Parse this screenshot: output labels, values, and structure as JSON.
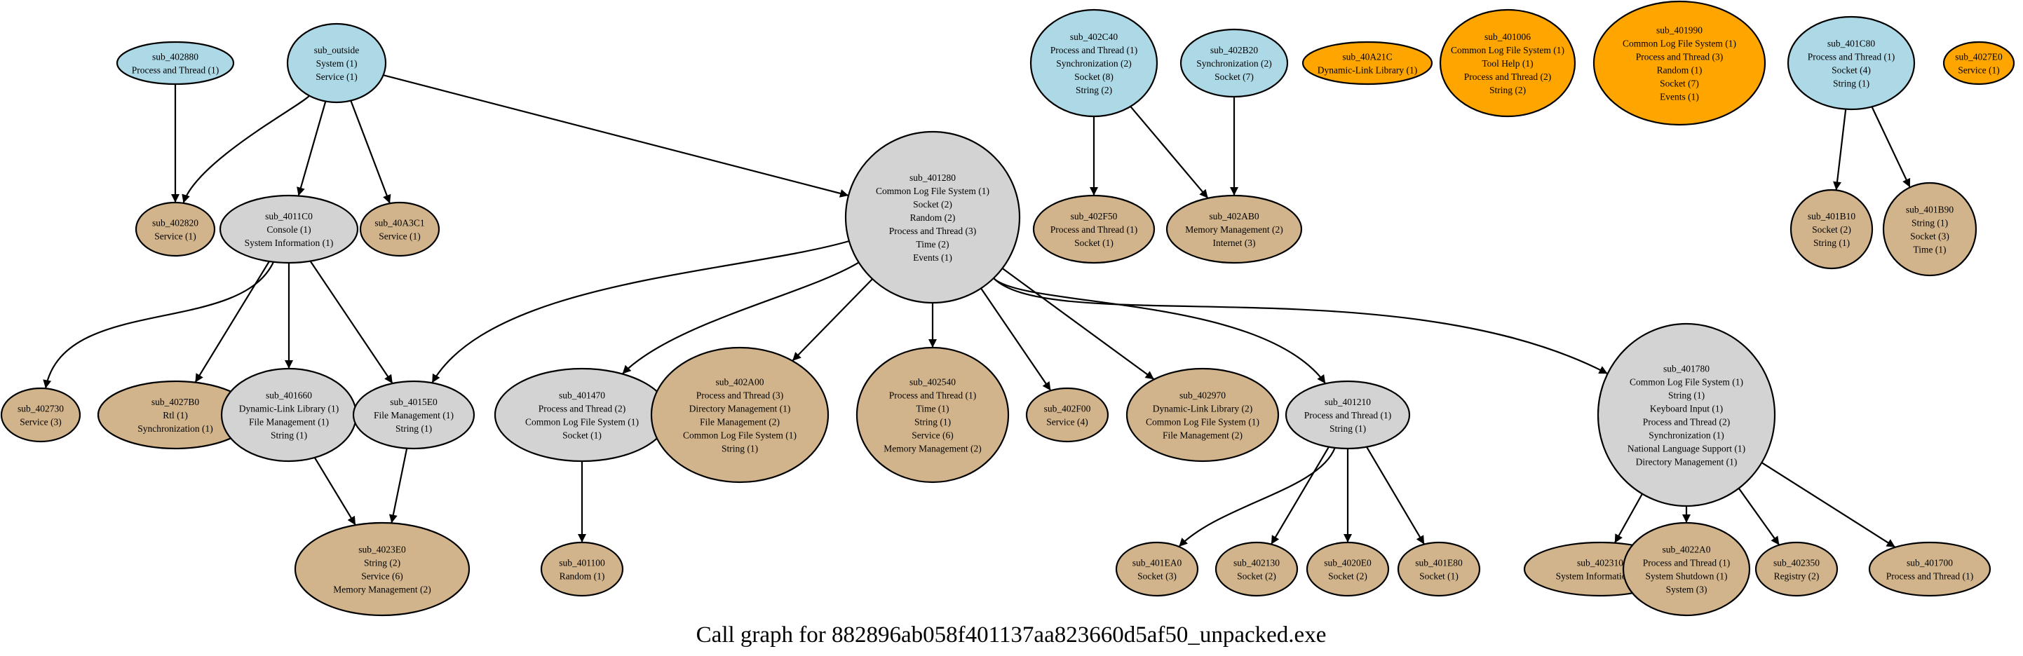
{
  "caption": "Call graph for 882896ab058f401137aa823660d5af50_unpacked.exe",
  "colors": {
    "root": "#add8e6",
    "internal": "#d3d3d3",
    "leaf": "#d2b48c",
    "isolated": "#ffa500",
    "edge": "#000000"
  },
  "nodes": [
    {
      "id": "sub_402880",
      "kind": "root",
      "lines": [
        "sub_402880",
        "Process and Thread (1)"
      ]
    },
    {
      "id": "sub_outside",
      "kind": "root",
      "lines": [
        "sub_outside",
        "System (1)",
        "Service (1)"
      ]
    },
    {
      "id": "sub_402C40",
      "kind": "root",
      "lines": [
        "sub_402C40",
        "Process and Thread (1)",
        "Synchronization (2)",
        "Socket (8)",
        "String (2)"
      ]
    },
    {
      "id": "sub_402B20",
      "kind": "root",
      "lines": [
        "sub_402B20",
        "Synchronization (2)",
        "Socket (7)"
      ]
    },
    {
      "id": "sub_40A21C",
      "kind": "isolated",
      "lines": [
        "sub_40A21C",
        "Dynamic-Link Library (1)"
      ]
    },
    {
      "id": "sub_401006",
      "kind": "isolated",
      "lines": [
        "sub_401006",
        "Common Log File System (1)",
        "Tool Help (1)",
        "Process and Thread (2)",
        "String (2)"
      ]
    },
    {
      "id": "sub_401990",
      "kind": "isolated",
      "lines": [
        "sub_401990",
        "Common Log File System (1)",
        "Process and Thread (3)",
        "Random (1)",
        "Socket (7)",
        "Events (1)"
      ]
    },
    {
      "id": "sub_401C80",
      "kind": "root",
      "lines": [
        "sub_401C80",
        "Process and Thread (1)",
        "Socket (4)",
        "String (1)"
      ]
    },
    {
      "id": "sub_4027E0",
      "kind": "isolated",
      "lines": [
        "sub_4027E0",
        "Service (1)"
      ]
    },
    {
      "id": "sub_402820",
      "kind": "leaf",
      "lines": [
        "sub_402820",
        "Service (1)"
      ]
    },
    {
      "id": "sub_4011C0",
      "kind": "internal",
      "lines": [
        "sub_4011C0",
        "Console (1)",
        "System Information (1)"
      ]
    },
    {
      "id": "sub_40A3C1",
      "kind": "leaf",
      "lines": [
        "sub_40A3C1",
        "Service (1)"
      ]
    },
    {
      "id": "sub_401280",
      "kind": "internal",
      "lines": [
        "sub_401280",
        "Common Log File System (1)",
        "Socket (2)",
        "Random (2)",
        "Process and Thread (3)",
        "Time (2)",
        "Events (1)"
      ]
    },
    {
      "id": "sub_402F50",
      "kind": "leaf",
      "lines": [
        "sub_402F50",
        "Process and Thread (1)",
        "Socket (1)"
      ]
    },
    {
      "id": "sub_402AB0",
      "kind": "leaf",
      "lines": [
        "sub_402AB0",
        "Memory Management (2)",
        "Internet (3)"
      ]
    },
    {
      "id": "sub_401B10",
      "kind": "leaf",
      "lines": [
        "sub_401B10",
        "Socket (2)",
        "String (1)"
      ]
    },
    {
      "id": "sub_401B90",
      "kind": "leaf",
      "lines": [
        "sub_401B90",
        "String (1)",
        "Socket (3)",
        "Time (1)"
      ]
    },
    {
      "id": "sub_402730",
      "kind": "leaf",
      "lines": [
        "sub_402730",
        "Service (3)"
      ]
    },
    {
      "id": "sub_4027B0",
      "kind": "leaf",
      "lines": [
        "sub_4027B0",
        "Rtl (1)",
        "Synchronization (1)"
      ]
    },
    {
      "id": "sub_401660",
      "kind": "internal",
      "lines": [
        "sub_401660",
        "Dynamic-Link Library (1)",
        "File Management (1)",
        "String (1)"
      ]
    },
    {
      "id": "sub_4015E0",
      "kind": "internal",
      "lines": [
        "sub_4015E0",
        "File Management (1)",
        "String (1)"
      ]
    },
    {
      "id": "sub_401470",
      "kind": "internal",
      "lines": [
        "sub_401470",
        "Process and Thread (2)",
        "Common Log File System (1)",
        "Socket (1)"
      ]
    },
    {
      "id": "sub_402A00",
      "kind": "leaf",
      "lines": [
        "sub_402A00",
        "Process and Thread (3)",
        "Directory Management (1)",
        "File Management (2)",
        "Common Log File System (1)",
        "String (1)"
      ]
    },
    {
      "id": "sub_402540",
      "kind": "leaf",
      "lines": [
        "sub_402540",
        "Process and Thread (1)",
        "Time (1)",
        "String (1)",
        "Service (6)",
        "Memory Management (2)"
      ]
    },
    {
      "id": "sub_402F00",
      "kind": "leaf",
      "lines": [
        "sub_402F00",
        "Service (4)"
      ]
    },
    {
      "id": "sub_402970",
      "kind": "leaf",
      "lines": [
        "sub_402970",
        "Dynamic-Link Library (2)",
        "Common Log File System (1)",
        "File Management (2)"
      ]
    },
    {
      "id": "sub_401210",
      "kind": "internal",
      "lines": [
        "sub_401210",
        "Process and Thread (1)",
        "String (1)"
      ]
    },
    {
      "id": "sub_401780",
      "kind": "internal",
      "lines": [
        "sub_401780",
        "Common Log File System (1)",
        "String (1)",
        "Keyboard Input (1)",
        "Process and Thread (2)",
        "Synchronization (1)",
        "National Language Support (1)",
        "Directory Management (1)"
      ]
    },
    {
      "id": "sub_4023E0",
      "kind": "leaf",
      "lines": [
        "sub_4023E0",
        "String (2)",
        "Service (6)",
        "Memory Management (2)"
      ]
    },
    {
      "id": "sub_401100",
      "kind": "leaf",
      "lines": [
        "sub_401100",
        "Random (1)"
      ]
    },
    {
      "id": "sub_401EA0",
      "kind": "leaf",
      "lines": [
        "sub_401EA0",
        "Socket (3)"
      ]
    },
    {
      "id": "sub_402130",
      "kind": "leaf",
      "lines": [
        "sub_402130",
        "Socket (2)"
      ]
    },
    {
      "id": "sub_4020E0",
      "kind": "leaf",
      "lines": [
        "sub_4020E0",
        "Socket (2)"
      ]
    },
    {
      "id": "sub_401E80",
      "kind": "leaf",
      "lines": [
        "sub_401E80",
        "Socket (1)"
      ]
    },
    {
      "id": "sub_402310",
      "kind": "leaf",
      "lines": [
        "sub_402310",
        "System Information (2)"
      ]
    },
    {
      "id": "sub_4022A0",
      "kind": "leaf",
      "lines": [
        "sub_4022A0",
        "Process and Thread (1)",
        "System Shutdown (1)",
        "System (3)"
      ]
    },
    {
      "id": "sub_402350",
      "kind": "leaf",
      "lines": [
        "sub_402350",
        "Registry (2)"
      ]
    },
    {
      "id": "sub_401700",
      "kind": "leaf",
      "lines": [
        "sub_401700",
        "Process and Thread (1)"
      ]
    }
  ],
  "edges": [
    {
      "from": "sub_402880",
      "to": "sub_402820"
    },
    {
      "from": "sub_outside",
      "to": "sub_402820"
    },
    {
      "from": "sub_outside",
      "to": "sub_4011C0"
    },
    {
      "from": "sub_outside",
      "to": "sub_40A3C1"
    },
    {
      "from": "sub_outside",
      "to": "sub_401280"
    },
    {
      "from": "sub_402C40",
      "to": "sub_402F50"
    },
    {
      "from": "sub_402C40",
      "to": "sub_402AB0"
    },
    {
      "from": "sub_402B20",
      "to": "sub_402AB0"
    },
    {
      "from": "sub_401C80",
      "to": "sub_401B10"
    },
    {
      "from": "sub_401C80",
      "to": "sub_401B90"
    },
    {
      "from": "sub_4011C0",
      "to": "sub_402730"
    },
    {
      "from": "sub_4011C0",
      "to": "sub_4027B0"
    },
    {
      "from": "sub_4011C0",
      "to": "sub_401660"
    },
    {
      "from": "sub_4011C0",
      "to": "sub_4015E0"
    },
    {
      "from": "sub_401280",
      "to": "sub_4015E0"
    },
    {
      "from": "sub_401280",
      "to": "sub_401470"
    },
    {
      "from": "sub_401280",
      "to": "sub_402A00"
    },
    {
      "from": "sub_401280",
      "to": "sub_402540"
    },
    {
      "from": "sub_401280",
      "to": "sub_402F00"
    },
    {
      "from": "sub_401280",
      "to": "sub_402970"
    },
    {
      "from": "sub_401280",
      "to": "sub_401210"
    },
    {
      "from": "sub_401280",
      "to": "sub_401780"
    },
    {
      "from": "sub_401660",
      "to": "sub_4023E0"
    },
    {
      "from": "sub_4015E0",
      "to": "sub_4023E0"
    },
    {
      "from": "sub_401470",
      "to": "sub_401100"
    },
    {
      "from": "sub_401210",
      "to": "sub_401EA0"
    },
    {
      "from": "sub_401210",
      "to": "sub_402130"
    },
    {
      "from": "sub_401210",
      "to": "sub_4020E0"
    },
    {
      "from": "sub_401210",
      "to": "sub_401E80"
    },
    {
      "from": "sub_401780",
      "to": "sub_402310"
    },
    {
      "from": "sub_401780",
      "to": "sub_4022A0"
    },
    {
      "from": "sub_401780",
      "to": "sub_402350"
    },
    {
      "from": "sub_401780",
      "to": "sub_401700"
    }
  ]
}
